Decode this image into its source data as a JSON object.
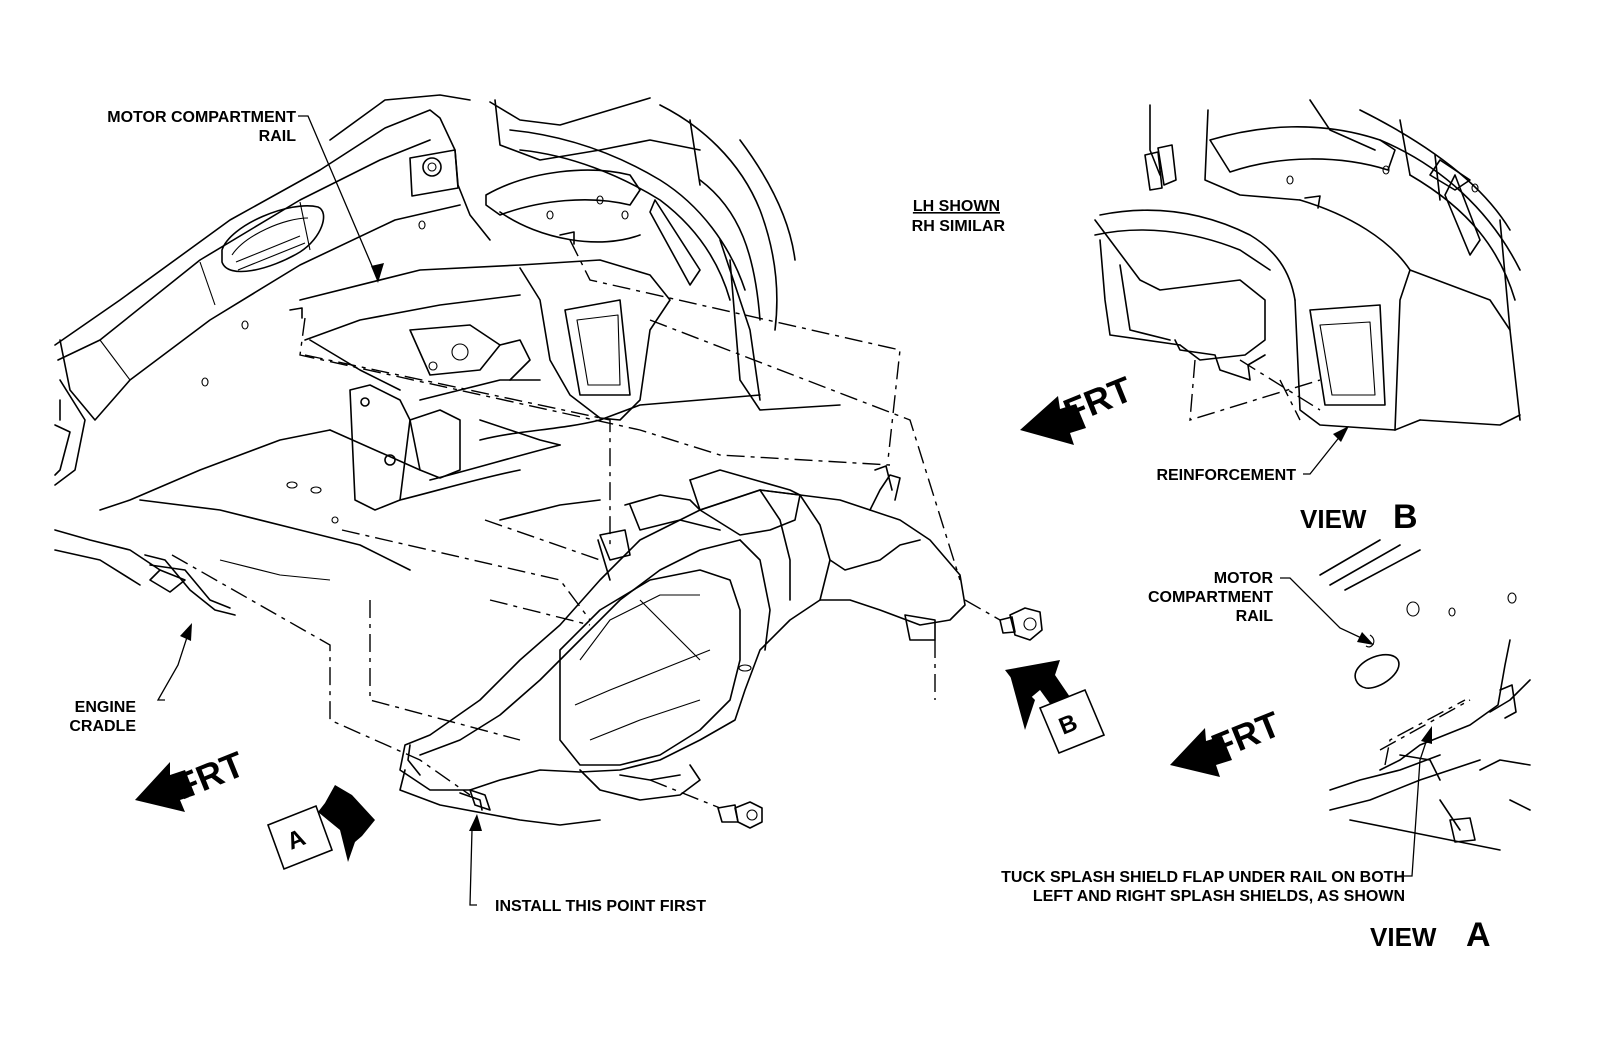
{
  "labels": {
    "motor_rail_main": [
      "MOTOR COMPARTMENT",
      "RAIL"
    ],
    "lh_shown": "LH SHOWN",
    "rh_similar": "RH SIMILAR",
    "engine_cradle": [
      "ENGINE",
      "CRADLE"
    ],
    "install_first": "INSTALL THIS POINT FIRST",
    "reinforcement": "REINFORCEMENT",
    "motor_rail_view_a": [
      "MOTOR",
      "COMPARTMENT",
      "RAIL"
    ],
    "tuck_note": [
      "TUCK SPLASH SHIELD FLAP UNDER RAIL ON BOTH",
      "LEFT AND RIGHT SPLASH SHIELDS, AS SHOWN"
    ]
  },
  "views": {
    "view_b_word": "VIEW",
    "view_b_letter": "B",
    "view_a_word": "VIEW",
    "view_a_letter": "A"
  },
  "arrows": {
    "frt": "FRT",
    "box_a": "A",
    "box_b": "B"
  },
  "colors": {
    "ink": "#000000",
    "paper": "#ffffff"
  }
}
